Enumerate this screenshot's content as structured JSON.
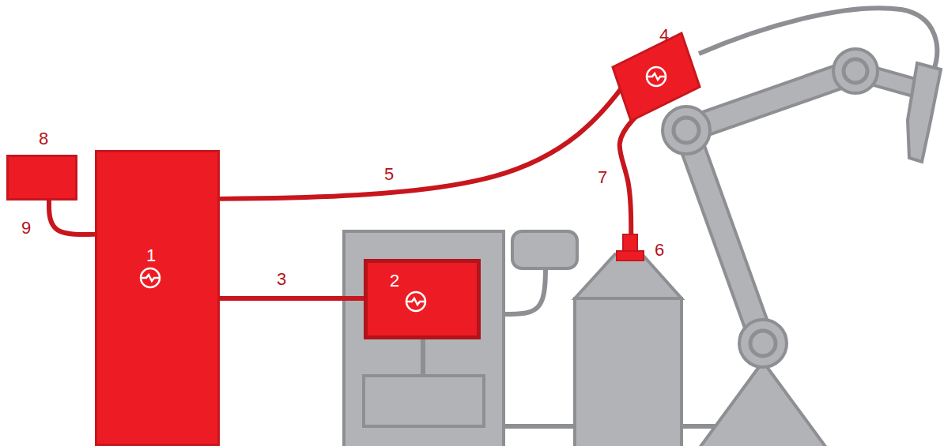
{
  "diagram": {
    "nodes": [
      {
        "text": [
          "1"
        ]
      },
      {
        "text": [
          "2"
        ]
      },
      {
        "text": [
          "4"
        ]
      },
      {
        "text": [
          "6"
        ]
      },
      {
        "text": [
          "8"
        ]
      }
    ],
    "edges": [
      {
        "from": 0,
        "to": 1,
        "arrow": "none",
        "label": "3"
      },
      {
        "from": 0,
        "to": 2,
        "arrow": "none",
        "label": "5"
      },
      {
        "from": 2,
        "to": 3,
        "arrow": "none",
        "label": "7"
      },
      {
        "from": 4,
        "to": 0,
        "arrow": "none",
        "label": "9"
      }
    ]
  }
}
